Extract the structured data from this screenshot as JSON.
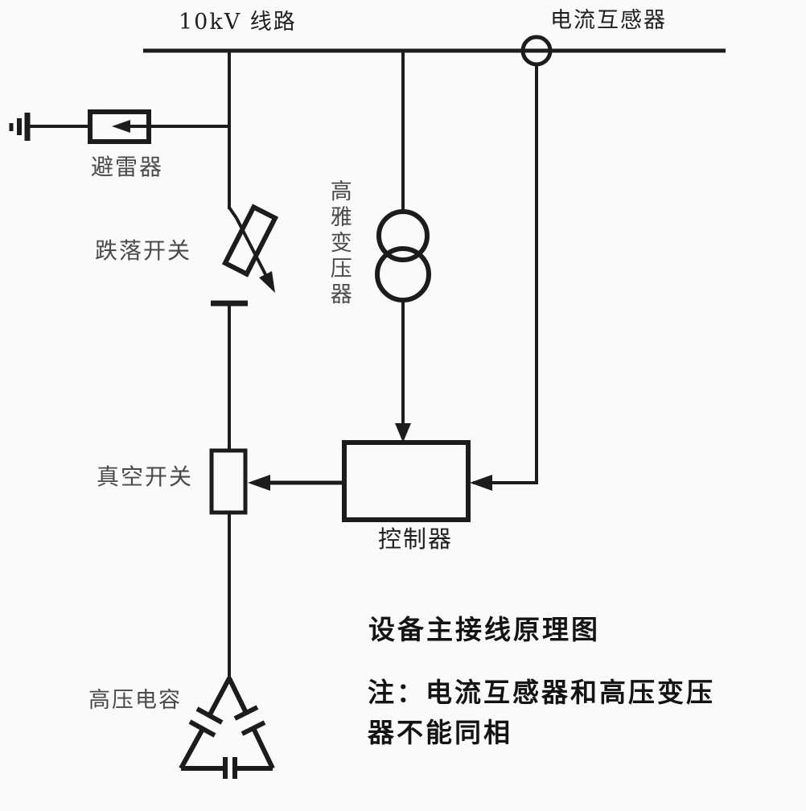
{
  "diagram": {
    "title": "设备主接线原理图",
    "note_line1": "注：电流互感器和高压变压",
    "note_line2": "器不能同相",
    "labels": {
      "line_10kv": "10kV 线路",
      "current_transformer": "电流互感器",
      "arrester": "避雷器",
      "dropout_switch": "跌落开关",
      "hv_transformer": "高雅变压器",
      "vacuum_switch": "真空开关",
      "controller": "控制器",
      "hv_capacitor": "高压电容"
    },
    "colors": {
      "ink": "#1c1c1c",
      "background": "#fbfafb",
      "label_gray": "#4a4a4a"
    }
  }
}
